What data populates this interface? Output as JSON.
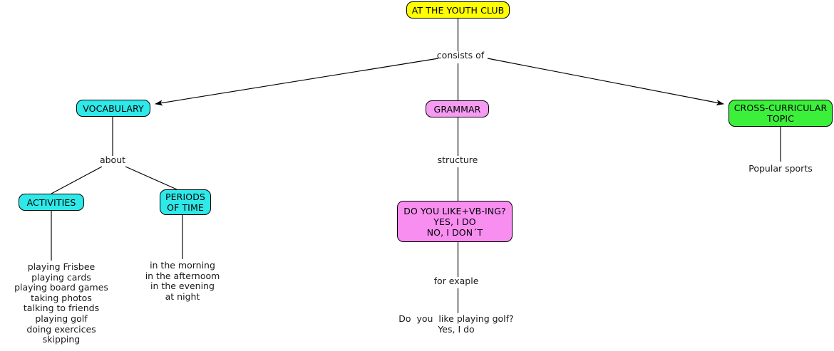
{
  "diagram": {
    "title": "AT THE YOUTH CLUB",
    "type": "concept-map",
    "colors": {
      "root": "#ffff00",
      "vocabulary": "#2fe8e8",
      "grammar": "#f59bf2",
      "cross_curricular": "#3bef3b",
      "structure_box": "#f78ef0",
      "line": "#000000",
      "text": "#1a1a1a"
    },
    "nodes": {
      "root": {
        "label": "AT THE YOUTH CLUB"
      },
      "vocabulary": {
        "label": "VOCABULARY"
      },
      "grammar": {
        "label": "GRAMMAR"
      },
      "cross_curricular": {
        "line1": "CROSS-CURRICULAR",
        "line2": "TOPIC"
      },
      "activities": {
        "label": "ACTIVITIES"
      },
      "periods_of_time": {
        "line1": "PERIODS",
        "line2": "OF TIME"
      },
      "structure_box": {
        "line1": "DO YOU LIKE+VB-ING?",
        "line2": "YES, I DO",
        "line3": "NO, I DON´T"
      }
    },
    "connector_labels": {
      "consists_of": "consists of",
      "about": "about",
      "structure": "structure",
      "for_example": "for exaple"
    },
    "leaf_text": {
      "popular_sports": "Popular sports",
      "activities_list": [
        "playing Frisbee",
        "playing cards",
        "playing board games",
        "taking photos",
        "talking to friends",
        "playing golf",
        "doing exercices",
        "skipping"
      ],
      "periods_list": [
        "in the morning",
        "in the afternoom",
        "in the evening",
        "at night"
      ],
      "example_dialogue": [
        "Do  you  like playing golf?",
        "Yes, I do"
      ]
    }
  }
}
